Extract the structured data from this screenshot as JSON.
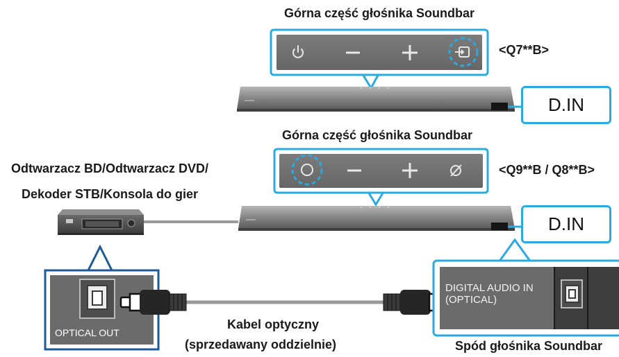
{
  "top_bar": {
    "caption": "Górna część głośnika Soundbar",
    "model": "<Q7**B>",
    "input_label": "D.IN"
  },
  "bottom_bar": {
    "caption": "Górna część głośnika Soundbar",
    "model": "<Q9**B / Q8**B>",
    "input_label": "D.IN"
  },
  "source_device": {
    "line1": "Odtwarzacz BD/Odtwarzacz DVD/",
    "line2": "Dekoder STB/Konsola do gier",
    "port_label": "OPTICAL OUT"
  },
  "cable": {
    "line1": "Kabel optyczny",
    "line2": "(sprzedawany oddzielnie)"
  },
  "soundbar_bottom": {
    "port_label_line1": "DIGITAL AUDIO IN",
    "port_label_line2": "(OPTICAL)",
    "caption": "Spód głośnika Soundbar"
  },
  "colors": {
    "accent": "#29abe2",
    "device_frame": "#1e5a96",
    "panel": "#6e6e6e",
    "bar_body": "#7a7a7a"
  }
}
